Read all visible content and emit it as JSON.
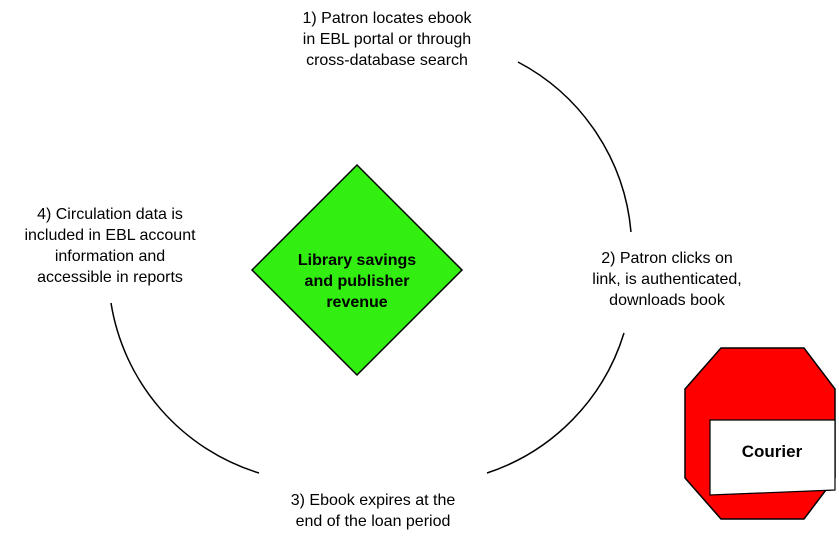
{
  "cycle": {
    "steps": [
      {
        "text": "1) Patron locates ebook\nin EBL portal or through\ncross-database search"
      },
      {
        "text": "2) Patron clicks on\nlink, is authenticated,\ndownloads book"
      },
      {
        "text": "3) Ebook expires at the\nend of the loan period"
      },
      {
        "text": "4) Circulation data is\nincluded in EBL account\ninformation and\naccessible in reports"
      }
    ],
    "center_label": "Library savings\nand publisher\nrevenue",
    "center_color": "#33ee11",
    "arc_color": "#000000"
  },
  "badge": {
    "label": "Courier",
    "color": "#ff0000"
  }
}
